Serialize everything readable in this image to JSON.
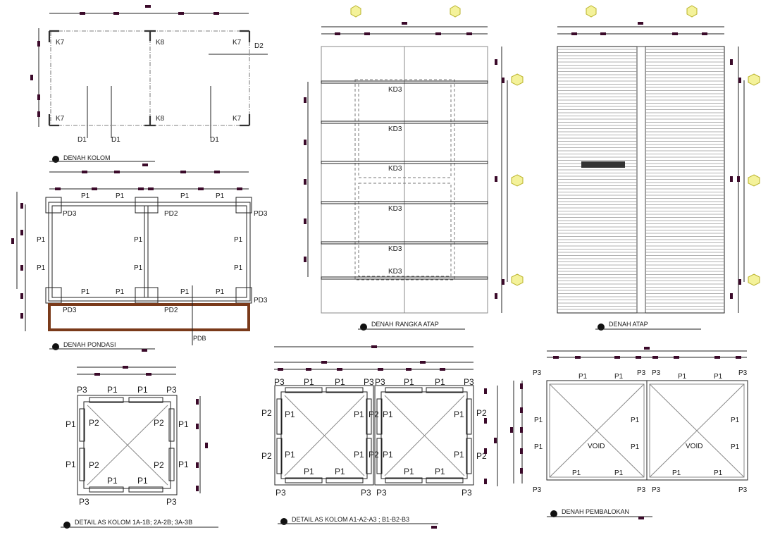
{
  "plans": {
    "kolom": {
      "title": "DENAH KOLOM",
      "cols": [
        "K7",
        "K8",
        "K7",
        "K7",
        "K8",
        "K7"
      ],
      "markers": [
        "D1",
        "D1",
        "D1",
        "D2"
      ]
    },
    "pondasi": {
      "title": "DENAH PONDASI",
      "pads": [
        "PD3",
        "PD2",
        "PD3",
        "PD3",
        "PD2",
        "PD3"
      ],
      "beam": "P1",
      "tag": "PDB"
    },
    "rangka": {
      "title": "DENAH RANGKA ATAP",
      "kd": "KD3"
    },
    "atap": {
      "title": "DENAH ATAP"
    },
    "detail1": {
      "title": "DETAIL AS KOLOM 1A-1B; 2A-2B; 3A-3B",
      "p1": "P1",
      "p2": "P2",
      "p3": "P3"
    },
    "detail2": {
      "title": "DETAIL AS KOLOM A1-A2-A3 ; B1-B2-B3"
    },
    "balok": {
      "title": "DENAH PEMBALOKAN",
      "void": "VOID"
    }
  },
  "colors": {
    "line": "#222222",
    "dim_marker": "#3b0a2a",
    "grid_bubble": "#f4f29a",
    "brick": "#7a3a1a"
  }
}
